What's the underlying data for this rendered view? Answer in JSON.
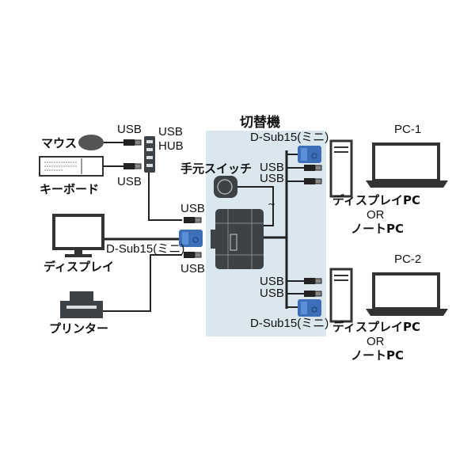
{
  "title": "切替機",
  "colors": {
    "panel": "#dbe7ef",
    "device": "#3d4247",
    "vga": "#3c6fb8",
    "cable": "#222222"
  },
  "left": {
    "mouse": {
      "label": "マウス",
      "port": "USB"
    },
    "keyboard": {
      "label": "キーボード",
      "port": "USB"
    },
    "hub": {
      "line1": "USB",
      "line2": "HUB",
      "port": "USB"
    },
    "display": {
      "label": "ディスプレイ",
      "port": "D-Sub15(ミニ)"
    },
    "printer": {
      "label": "プリンター",
      "port": "USB"
    }
  },
  "switch": {
    "remote_label": "手元スイッチ"
  },
  "pc1": {
    "label": "PC-1",
    "vga": "D-Sub15(ミニ)",
    "usb1": "USB",
    "usb2": "USB",
    "line1": "ディスプレイPC",
    "line2": "OR",
    "line3": "ノートPC"
  },
  "pc2": {
    "label": "PC-2",
    "vga": "D-Sub15(ミニ)",
    "usb1": "USB",
    "usb2": "USB",
    "line1": "ディスプレイPC",
    "line2": "OR",
    "line3": "ノートPC"
  }
}
